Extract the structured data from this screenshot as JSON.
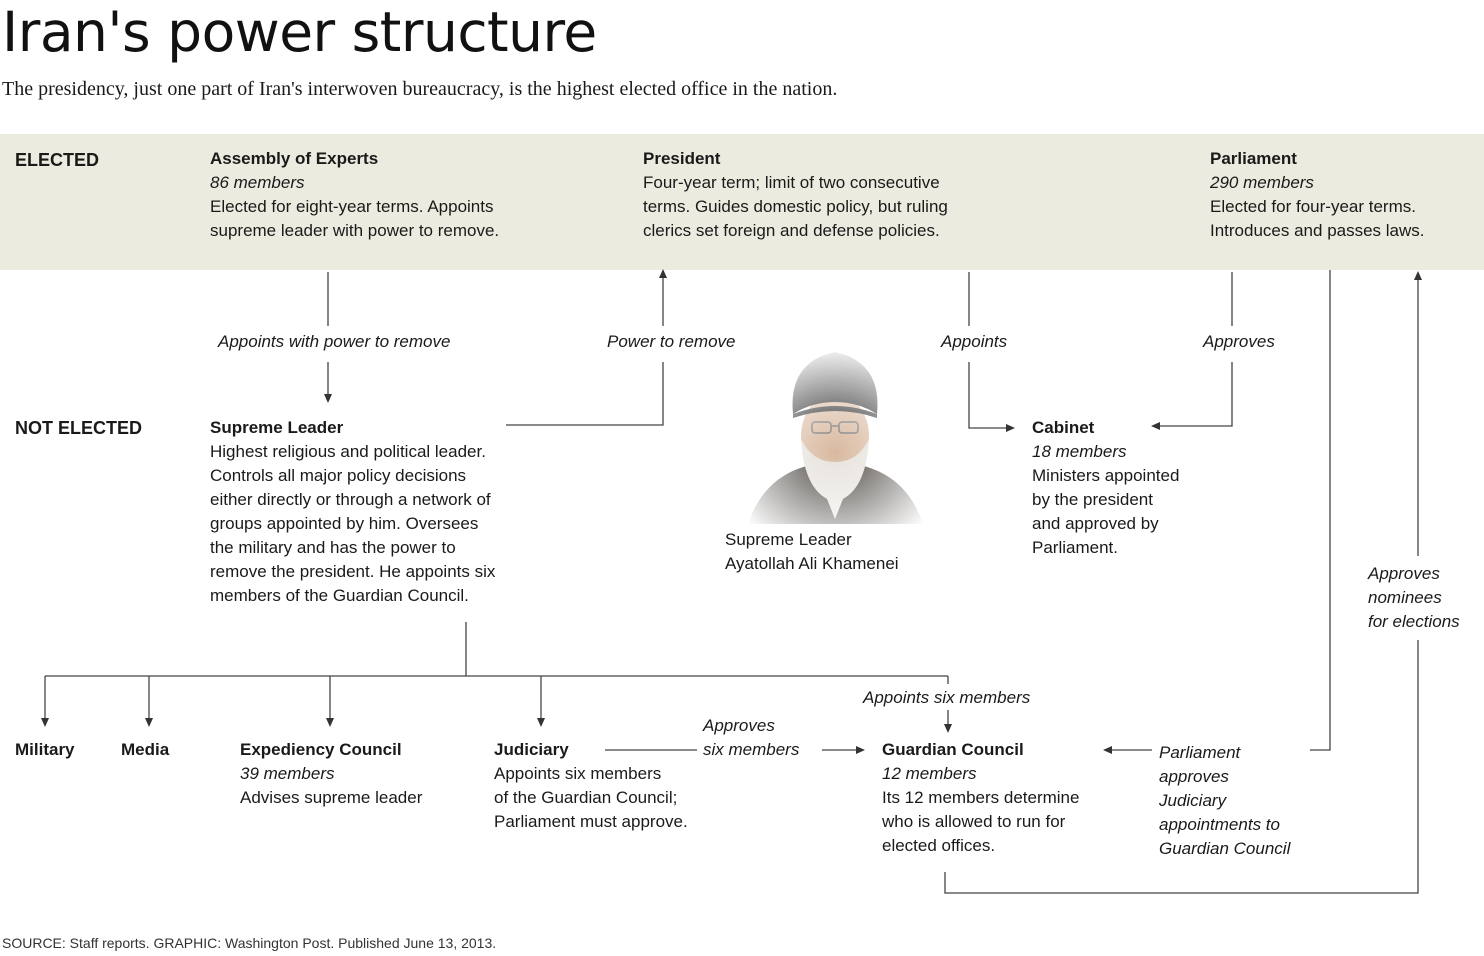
{
  "title": "Iran's power structure",
  "subtitle": "The presidency, just one part of Iran's interwoven bureaucracy, is the highest elected office in the nation.",
  "row_labels": {
    "elected": "ELECTED",
    "not_elected": "NOT ELECTED"
  },
  "assembly": {
    "title": "Assembly of Experts",
    "members": "86 members",
    "desc": "Elected for eight-year terms. Appoints\nsupreme leader with power to remove."
  },
  "president": {
    "title": "President",
    "desc": "Four-year term; limit of two consecutive\nterms. Guides domestic policy, but ruling\nclerics set foreign and defense policies."
  },
  "parliament": {
    "title": "Parliament",
    "members": "290 members",
    "desc": "Elected for four-year terms.\nIntroduces and passes laws."
  },
  "supreme_leader": {
    "title": "Supreme Leader",
    "desc": "Highest religious and political leader.\nControls all major policy decisions\neither directly or through a network of\ngroups appointed by him. Oversees\nthe military and has the power to\nremove the president. He appoints six\nmembers of the Guardian Council."
  },
  "portrait_caption": "Supreme Leader\nAyatollah Ali Khamenei",
  "cabinet": {
    "title": "Cabinet",
    "members": "18 members",
    "desc": "Ministers appointed\nby the president\nand approved by\nParliament."
  },
  "military": {
    "title": "Military"
  },
  "media": {
    "title": "Media"
  },
  "expediency": {
    "title": "Expediency Council",
    "members": "39 members",
    "desc": "Advises supreme leader"
  },
  "judiciary": {
    "title": "Judiciary",
    "desc": "Appoints six members\nof the Guardian Council;\nParliament must approve."
  },
  "guardian": {
    "title": "Guardian Council",
    "members": "12 members",
    "desc": "Its 12 members determine\nwho is allowed to run for\nelected offices."
  },
  "annotations": {
    "appoints_remove": "Appoints with power to remove",
    "power_remove": "Power to remove",
    "appoints": "Appoints",
    "approves": "Approves",
    "approves_nominees": "Approves\nnominees\nfor elections",
    "appoints_six": "Appoints six members",
    "approves_six": "Approves\nsix members",
    "parliament_approves": "Parliament\napproves\nJudiciary\nappointments to\nGuardian Council"
  },
  "source": "SOURCE: Staff reports. GRAPHIC: Washington Post. Published June 13, 2013."
}
